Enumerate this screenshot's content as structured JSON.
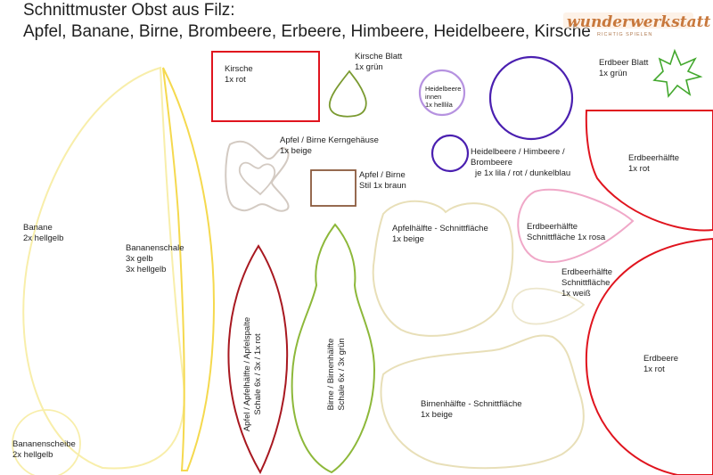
{
  "title": {
    "line1": "Schnittmuster Obst aus Filz:",
    "line2": "Apfel, Banane, Birne, Brombeere, Erbeere, Himbeere, Heidelbeere, Kirsche"
  },
  "logo": {
    "text": "wunderwerkstatt",
    "tagline": "RICHTIG SPIELEN"
  },
  "colors": {
    "yellow": "#f5d94e",
    "pale_yellow": "#f8eeaa",
    "red": "#e0141e",
    "dark_red": "#a81820",
    "green": "#8db83a",
    "olive": "#7a9a30",
    "beige": "#e8dfb8",
    "grey_beige": "#d3cac2",
    "brown": "#8b5a3c",
    "lilac": "#b692e0",
    "purple": "#4a1fb0",
    "pink": "#f0a8c8",
    "leaf_green": "#43a82e"
  },
  "pieces": {
    "kirsche": {
      "name": "Kirsche",
      "qty": "1x rot"
    },
    "kirsche_blatt": {
      "name": "Kirsche Blatt",
      "qty": "1x grün"
    },
    "heidelbeere_innen": {
      "name": "Heidelbeere",
      "line2": "innen",
      "qty": "1x helllila"
    },
    "erdbeer_blatt": {
      "name": "Erdbeer Blatt",
      "qty": "1x grün"
    },
    "kerngehaeuse": {
      "name": "Apfel / Birne Kerngehäuse",
      "qty": "1x beige"
    },
    "heidelbeere": {
      "name": "Heidelbeere / Himbeere /",
      "line2": "Brombeere",
      "qty": "je 1x lila / rot / dunkelblau"
    },
    "erdbeerhaelfte": {
      "name": "Erdbeerhälfte",
      "qty": "1x rot"
    },
    "stil": {
      "name": "Apfel / Birne",
      "qty": "Stil 1x braun"
    },
    "apfelhaelfte": {
      "name": "Apfelhälfte - Schnittfläche",
      "qty": "1x beige"
    },
    "erdbeer_schnitt_rosa": {
      "name": "Erdbeerhälfte",
      "qty": "Schnittfläche 1x rosa"
    },
    "banane": {
      "name": "Banane",
      "qty": "2x hellgelb"
    },
    "bananenschale": {
      "name": "Bananenschale",
      "qty": "3x gelb",
      "qty2": "3x hellgelb"
    },
    "erdbeer_schnitt_weiss": {
      "name": "Erdbeerhälfte",
      "line2": "Schnittfläche",
      "qty": "1x weiß"
    },
    "apfelspalte": {
      "name": "Apfel / Apfelhälfte / Apfelspalte",
      "qty": "Schale 6x / 3x / 1x  rot"
    },
    "birne": {
      "name": "Birne / Birnenhälfte",
      "qty": "Schale 6x / 3x grün"
    },
    "erdbeere": {
      "name": "Erdbeere",
      "qty": "1x rot"
    },
    "birnenhaelfte": {
      "name": "Birnenhälfte - Schnittfläche",
      "qty": "1x beige"
    },
    "bananenscheibe": {
      "name": "Bananenscheibe",
      "qty": "2x hellgelb"
    }
  }
}
